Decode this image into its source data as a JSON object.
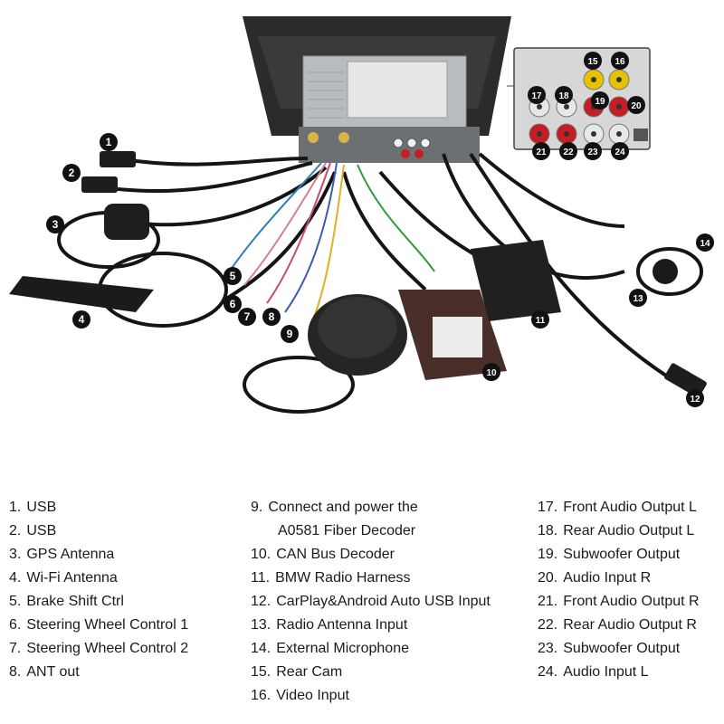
{
  "colors": {
    "badge_fill": "#111111",
    "badge_text": "#ffffff",
    "rca_red": "#c41e24",
    "rca_white": "#e8e8e8",
    "rca_yellow": "#e6c200"
  },
  "callouts": [
    "1",
    "2",
    "3",
    "4",
    "5",
    "6",
    "7",
    "8",
    "9",
    "10",
    "11",
    "12",
    "13",
    "14",
    "15",
    "16",
    "17",
    "18",
    "19",
    "20",
    "21",
    "22",
    "23",
    "24"
  ],
  "legend": {
    "col1": [
      {
        "num": "1.",
        "text": "USB"
      },
      {
        "num": "2.",
        "text": "USB"
      },
      {
        "num": "3.",
        "text": "GPS Antenna"
      },
      {
        "num": "4.",
        "text": "Wi-Fi Antenna"
      },
      {
        "num": "5.",
        "text": "Brake Shift Ctrl"
      },
      {
        "num": "6.",
        "text": "Steering Wheel Control 1"
      },
      {
        "num": "7.",
        "text": "Steering Wheel Control 2"
      },
      {
        "num": "8.",
        "text": "ANT out"
      }
    ],
    "col2": [
      {
        "num": "9.",
        "text": "Connect and power the"
      },
      {
        "num": "",
        "text": "A0581 Fiber Decoder"
      },
      {
        "num": "10.",
        "text": "CAN Bus Decoder"
      },
      {
        "num": "11.",
        "text": "BMW Radio Harness"
      },
      {
        "num": "12.",
        "text": "CarPlay&Android Auto USB Input"
      },
      {
        "num": "13.",
        "text": "Radio Antenna Input"
      },
      {
        "num": "14.",
        "text": "External Microphone"
      },
      {
        "num": "15.",
        "text": "Rear Cam"
      },
      {
        "num": "16.",
        "text": "Video Input"
      }
    ],
    "col3": [
      {
        "num": "17.",
        "text": "Front Audio Output L"
      },
      {
        "num": "18.",
        "text": "Rear Audio Output L"
      },
      {
        "num": "19.",
        "text": "Subwoofer Output"
      },
      {
        "num": "20.",
        "text": "Audio Input R"
      },
      {
        "num": "21.",
        "text": "Front Audio Output R"
      },
      {
        "num": "22.",
        "text": "Rear Audio Output R"
      },
      {
        "num": "23.",
        "text": "Subwoofer Output"
      },
      {
        "num": "24.",
        "text": "Audio Input L"
      }
    ]
  }
}
